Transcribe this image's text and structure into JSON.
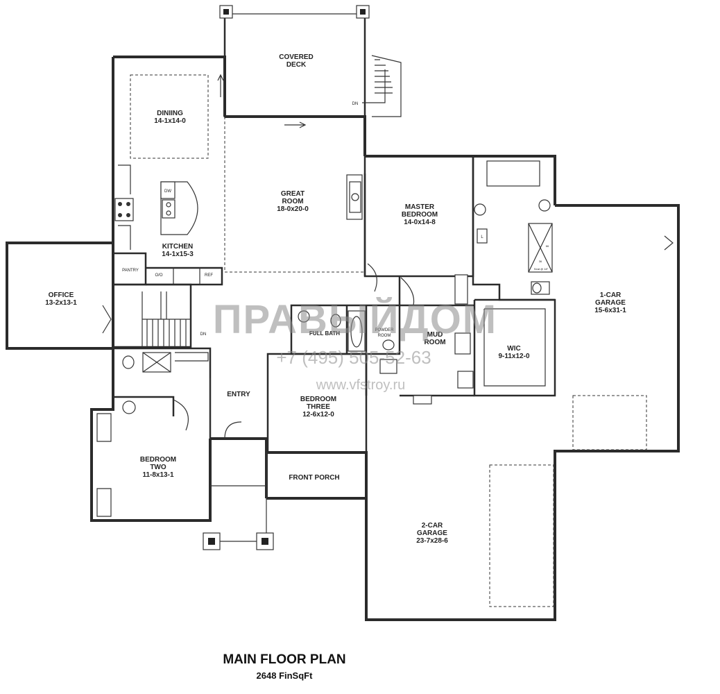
{
  "plan": {
    "title": "MAIN FLOOR PLAN",
    "subtitle": "2648 FinSqFt"
  },
  "rooms": {
    "covered_deck": {
      "name1": "COVERED",
      "name2": "DECK"
    },
    "dining": {
      "name": "DINIING",
      "size": "14-1x14-0"
    },
    "great_room": {
      "name1": "GREAT",
      "name2": "ROOM",
      "size": "18-0x20-0"
    },
    "master_bedroom": {
      "name1": "MASTER",
      "name2": "BEDROOM",
      "size": "14-0x14-8"
    },
    "kitchen": {
      "name": "KITCHEN",
      "size": "14-1x15-3"
    },
    "office": {
      "name": "OFFICE",
      "size": "13-2x13-1"
    },
    "garage_1": {
      "name1": "1-CAR",
      "name2": "GARAGE",
      "size": "15-6x31-1"
    },
    "full_bath": {
      "name": "FULL BATH"
    },
    "powder_room": {
      "name1": "POWDER",
      "name2": "ROOM"
    },
    "mud_room": {
      "name1": "MUD",
      "name2": "ROOM"
    },
    "wic": {
      "name": "WIC",
      "size": "9-11x12-0"
    },
    "bedroom_three": {
      "name1": "BEDROOM",
      "name2": "THREE",
      "size": "12-6x12-0"
    },
    "entry": {
      "name": "ENTRY"
    },
    "bedroom_two": {
      "name1": "BEDROOM",
      "name2": "TWO",
      "size": "11-8x13-1"
    },
    "front_porch": {
      "name": "FRONT PORCH"
    },
    "garage_2": {
      "name1": "2-CAR",
      "name2": "GARAGE",
      "size": "23-7x28-6"
    }
  },
  "fixtures": {
    "pantry": "PANTRY",
    "oven": "O/O",
    "refrigerator": "REF",
    "dishwasher": "DW",
    "laundry": "L",
    "down_deck": "DN",
    "down_stair": "DN",
    "shower_seat": "Seat @ 18\"",
    "shower_w": "66",
    "shower_d": "36"
  },
  "watermark": {
    "logo": "ПРАВЫЙДОМ",
    "phone": "+7 (495) 505-52-63",
    "url": "www.vfstroy.ru"
  }
}
